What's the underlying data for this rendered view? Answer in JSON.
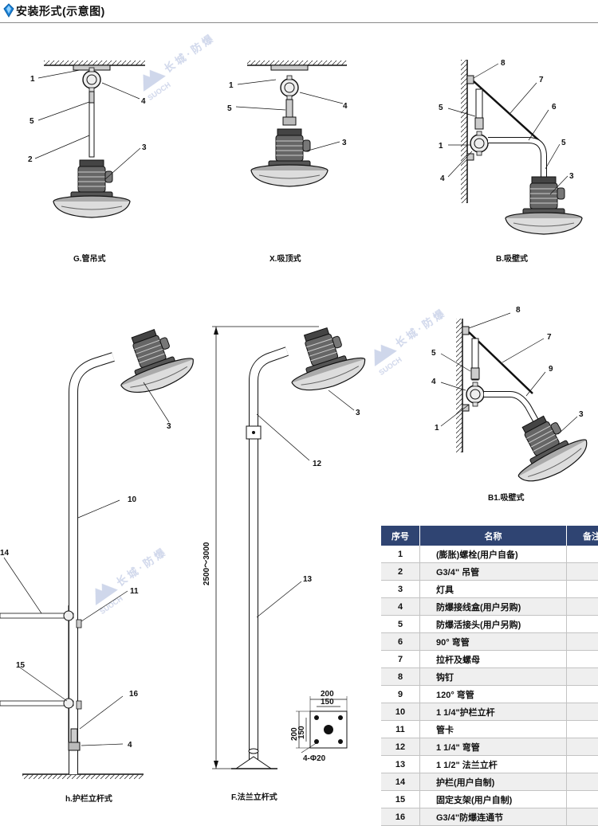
{
  "header": {
    "title": "安装形式(示意图)"
  },
  "captions": {
    "g": "G.管吊式",
    "x": "X.吸顶式",
    "b": "B.吸壁式",
    "b1": "B1.吸壁式",
    "h": "h.护栏立杆式",
    "f": "F.法兰立杆式"
  },
  "labels": {
    "n1": "1",
    "n2": "2",
    "n3": "3",
    "n4": "4",
    "n5": "5",
    "n6": "6",
    "n7": "7",
    "n8": "8",
    "n9": "9",
    "n10": "10",
    "n11": "11",
    "n12": "12",
    "n13": "13",
    "n14": "14",
    "n15": "15",
    "n16": "16"
  },
  "dimensions": {
    "height": "2500～3000",
    "w200": "200",
    "w150": "150",
    "holes": "4-Φ20"
  },
  "watermark": {
    "text": "长 城 · 防 爆",
    "latin": "SUOCH"
  },
  "table": {
    "headers": [
      "序号",
      "名称",
      "备注"
    ],
    "rows": [
      {
        "no": "1",
        "name": "(膨胀)螺栓(用户自备)"
      },
      {
        "no": "2",
        "name": "G3/4\" 吊管"
      },
      {
        "no": "3",
        "name": "灯具"
      },
      {
        "no": "4",
        "name": "防爆接线盒(用户另购)"
      },
      {
        "no": "5",
        "name": "防爆活接头(用户另购)"
      },
      {
        "no": "6",
        "name": "90° 弯管"
      },
      {
        "no": "7",
        "name": "拉杆及螺母"
      },
      {
        "no": "8",
        "name": "钩钉"
      },
      {
        "no": "9",
        "name": "120° 弯管"
      },
      {
        "no": "10",
        "name": "1 1/4\"护栏立杆"
      },
      {
        "no": "11",
        "name": "管卡"
      },
      {
        "no": "12",
        "name": "1 1/4\" 弯管"
      },
      {
        "no": "13",
        "name": "1 1/2\" 法兰立杆"
      },
      {
        "no": "14",
        "name": "护栏(用户自制)"
      },
      {
        "no": "15",
        "name": "固定支架(用户自制)"
      },
      {
        "no": "16",
        "name": "G3/4\"防爆连通节"
      }
    ]
  }
}
